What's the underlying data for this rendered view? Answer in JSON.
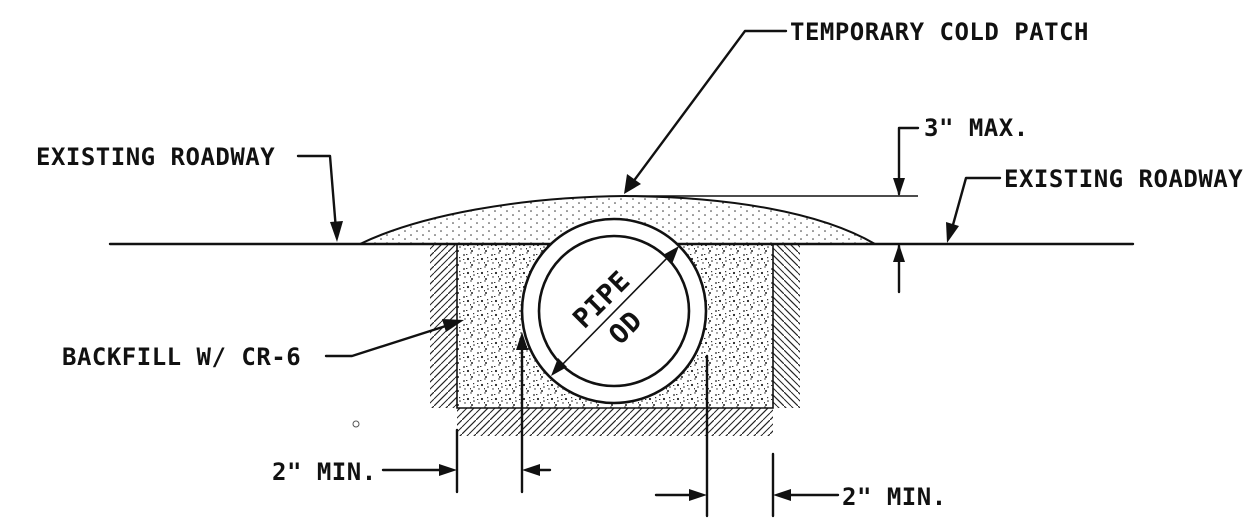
{
  "drawing": {
    "labels": {
      "temporary_cold_patch": "TEMPORARY COLD PATCH",
      "existing_roadway_left": "EXISTING ROADWAY",
      "existing_roadway_right": "EXISTING ROADWAY",
      "max_depth": "3\" MAX.",
      "backfill": "BACKFILL W/ CR-6",
      "pipe": "PIPE",
      "od": "OD",
      "min_clearance_left": "2\" MIN.",
      "min_clearance_right": "2\" MIN."
    },
    "hatch_materials": [
      "sand-stipple",
      "cold-patch-dots",
      "earth-hatch"
    ],
    "colors": {
      "ink": "#111111",
      "paper": "#ffffff"
    }
  }
}
